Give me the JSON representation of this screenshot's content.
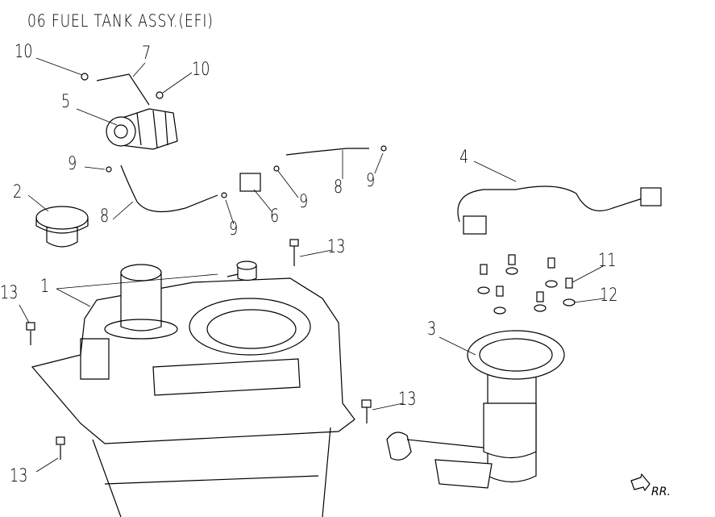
{
  "title": "06  FUEL TANK ASSY.(EFI)",
  "direction_label": "RR.",
  "callouts": [
    "10",
    "7",
    "10",
    "5",
    "9",
    "2",
    "8",
    "9",
    "6",
    "9",
    "8",
    "9",
    "4",
    "13",
    "11",
    "12",
    "1",
    "13",
    "3",
    "13",
    "13"
  ]
}
